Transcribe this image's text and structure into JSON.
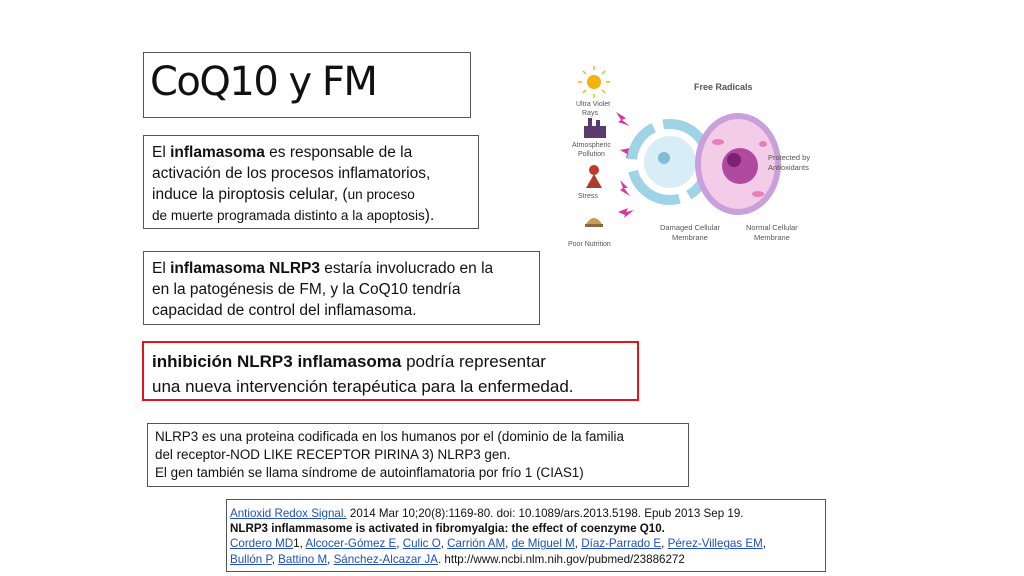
{
  "title": "CoQ10 y FM",
  "box1": {
    "p1": "El ",
    "b1": "inflamasoma",
    "p2": " es responsable de la",
    "l2": "activación de los procesos inflamatorios,",
    "l3a": "induce la piroptosis celular, (",
    "l3b": "un proceso",
    "l4a": "de muerte programada distinto a la apoptosis",
    "l4b": ")."
  },
  "box2": {
    "p1": "El ",
    "b1": "inflamasoma NLRP3",
    "p2": " estaría involucrado en la",
    "l2": "en la patogénesis de FM, y la CoQ10 tendría",
    "l3": "capacidad de control del inflamasoma."
  },
  "box3": {
    "b1": "inhibición NLRP3 inflamasoma",
    "p1": " podría representar",
    "l2": "una nueva intervención terapéutica para la enfermedad."
  },
  "box4": {
    "l1": "NLRP3 es una proteina codificada en los humanos por el  (dominio de la familia",
    "l2": "del receptor-NOD LIKE RECEPTOR PIRINA 3) NLRP3 gen.",
    "l3": "El gen también se llama síndrome de autoinflamatoria por frío 1 (CIAS1)"
  },
  "citation": {
    "journal": "Antioxid Redox Signal.",
    "journal_rest": " 2014 Mar 10;20(8):1169-80. doi: 10.1089/ars.2013.5198. Epub 2013 Sep 19.",
    "article_title": "NLRP3 inflammasome is activated in fibromyalgia: the effect of coenzyme Q10.",
    "authors": [
      "Cordero MD",
      "Alcocer-Gómez E",
      "Culic O",
      "Carrión AM",
      "de Miguel M",
      "Díaz-Parrado E",
      "Pérez-Villegas EM",
      "Bullón P",
      "Battino M",
      "Sánchez-Alcazar JA"
    ],
    "first_author_suffix": "1",
    "url": "http://www.ncbi.nlm.nih.gov/pubmed/23886272"
  },
  "figure": {
    "free_radicals": "Free Radicals",
    "uv_1": "Ultra Violet",
    "uv_2": "Rays",
    "atm_1": "Atmospheric",
    "atm_2": "Pollution",
    "stress": "Stress",
    "nutrition": "Poor Nutrition",
    "protected_1": "Protected by",
    "protected_2": "Antioxidants",
    "damaged_1": "Damaged Cellular",
    "damaged_2": "Membrane",
    "normal_1": "Normal Cellular",
    "normal_2": "Membrane"
  }
}
